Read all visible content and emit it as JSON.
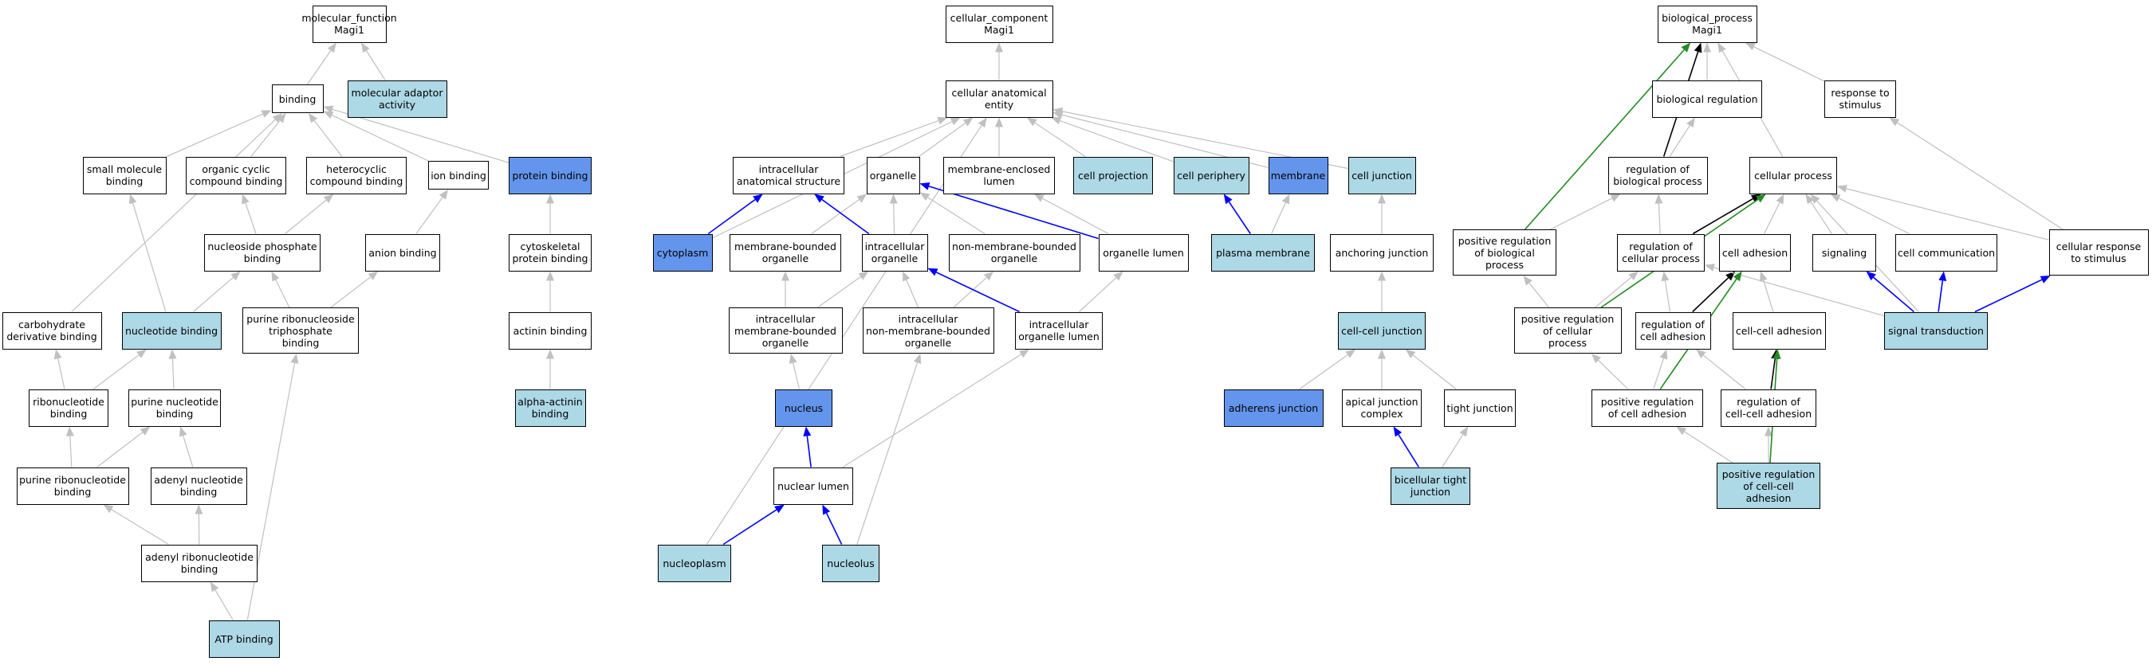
{
  "colors": {
    "plain": "#ffffff",
    "light": "#add8e6",
    "dark": "#6495ed",
    "edge_gray": "#c0c0c0",
    "edge_blue": "#0000ff",
    "edge_green": "#228b22",
    "edge_black": "#000000"
  },
  "nodes": [
    {
      "id": "mf_root",
      "lines": [
        "molecular_function",
        "Magi1"
      ],
      "fill": "plain"
    },
    {
      "id": "binding",
      "lines": [
        "binding"
      ],
      "fill": "plain"
    },
    {
      "id": "mol_adaptor",
      "lines": [
        "molecular adaptor",
        "activity"
      ],
      "fill": "light"
    },
    {
      "id": "small_mol",
      "lines": [
        "small molecule",
        "binding"
      ],
      "fill": "plain"
    },
    {
      "id": "org_cyclic",
      "lines": [
        "organic cyclic",
        "compound binding"
      ],
      "fill": "plain"
    },
    {
      "id": "hetero",
      "lines": [
        "heterocyclic",
        "compound binding"
      ],
      "fill": "plain"
    },
    {
      "id": "ion_binding",
      "lines": [
        "ion binding"
      ],
      "fill": "plain"
    },
    {
      "id": "protein_binding",
      "lines": [
        "protein binding"
      ],
      "fill": "dark"
    },
    {
      "id": "nuc_phos",
      "lines": [
        "nucleoside phosphate",
        "binding"
      ],
      "fill": "plain"
    },
    {
      "id": "anion",
      "lines": [
        "anion binding"
      ],
      "fill": "plain"
    },
    {
      "id": "cytoskel",
      "lines": [
        "cytoskeletal",
        "protein binding"
      ],
      "fill": "plain"
    },
    {
      "id": "carb",
      "lines": [
        "carbohydrate",
        "derivative binding"
      ],
      "fill": "plain"
    },
    {
      "id": "nucleotide",
      "lines": [
        "nucleotide binding"
      ],
      "fill": "light"
    },
    {
      "id": "prnt",
      "lines": [
        "purine ribonucleoside",
        "triphosphate",
        "binding"
      ],
      "fill": "plain"
    },
    {
      "id": "actinin",
      "lines": [
        "actinin binding"
      ],
      "fill": "plain"
    },
    {
      "id": "ribonuc",
      "lines": [
        "ribonucleotide",
        "binding"
      ],
      "fill": "plain"
    },
    {
      "id": "purine_nuc",
      "lines": [
        "purine nucleotide",
        "binding"
      ],
      "fill": "plain"
    },
    {
      "id": "alpha_actinin",
      "lines": [
        "alpha-actinin",
        "binding"
      ],
      "fill": "light"
    },
    {
      "id": "purine_ribo",
      "lines": [
        "purine ribonucleotide",
        "binding"
      ],
      "fill": "plain"
    },
    {
      "id": "adenyl_nuc",
      "lines": [
        "adenyl nucleotide",
        "binding"
      ],
      "fill": "plain"
    },
    {
      "id": "adenyl_ribo",
      "lines": [
        "adenyl ribonucleotide",
        "binding"
      ],
      "fill": "plain"
    },
    {
      "id": "atp",
      "lines": [
        "ATP binding"
      ],
      "fill": "light"
    },
    {
      "id": "cc_root",
      "lines": [
        "cellular_component",
        "Magi1"
      ],
      "fill": "plain"
    },
    {
      "id": "cae",
      "lines": [
        "cellular anatomical",
        "entity"
      ],
      "fill": "plain"
    },
    {
      "id": "ias",
      "lines": [
        "intracellular",
        "anatomical structure"
      ],
      "fill": "plain"
    },
    {
      "id": "organelle",
      "lines": [
        "organelle"
      ],
      "fill": "plain"
    },
    {
      "id": "mel",
      "lines": [
        "membrane-enclosed",
        "lumen"
      ],
      "fill": "plain"
    },
    {
      "id": "cell_proj",
      "lines": [
        "cell projection"
      ],
      "fill": "light"
    },
    {
      "id": "cell_peri",
      "lines": [
        "cell periphery"
      ],
      "fill": "light"
    },
    {
      "id": "membrane",
      "lines": [
        "membrane"
      ],
      "fill": "dark"
    },
    {
      "id": "cell_junc",
      "lines": [
        "cell junction"
      ],
      "fill": "light"
    },
    {
      "id": "cytoplasm",
      "lines": [
        "cytoplasm"
      ],
      "fill": "dark"
    },
    {
      "id": "mbo",
      "lines": [
        "membrane-bounded",
        "organelle"
      ],
      "fill": "plain"
    },
    {
      "id": "io",
      "lines": [
        "intracellular",
        "organelle"
      ],
      "fill": "plain"
    },
    {
      "id": "nmbo",
      "lines": [
        "non-membrane-bounded",
        "organelle"
      ],
      "fill": "plain"
    },
    {
      "id": "org_lumen",
      "lines": [
        "organelle lumen"
      ],
      "fill": "plain"
    },
    {
      "id": "plasma",
      "lines": [
        "plasma membrane"
      ],
      "fill": "light"
    },
    {
      "id": "anch",
      "lines": [
        "anchoring junction"
      ],
      "fill": "plain"
    },
    {
      "id": "imbo",
      "lines": [
        "intracellular",
        "membrane-bounded",
        "organelle"
      ],
      "fill": "plain"
    },
    {
      "id": "inmbo",
      "lines": [
        "intracellular",
        "non-membrane-bounded",
        "organelle"
      ],
      "fill": "plain"
    },
    {
      "id": "iol",
      "lines": [
        "intracellular",
        "organelle lumen"
      ],
      "fill": "plain"
    },
    {
      "id": "ccj",
      "lines": [
        "cell-cell junction"
      ],
      "fill": "light"
    },
    {
      "id": "nucleus",
      "lines": [
        "nucleus"
      ],
      "fill": "dark"
    },
    {
      "id": "adherens",
      "lines": [
        "adherens junction"
      ],
      "fill": "dark"
    },
    {
      "id": "apical",
      "lines": [
        "apical junction",
        "complex"
      ],
      "fill": "plain"
    },
    {
      "id": "tight",
      "lines": [
        "tight junction"
      ],
      "fill": "plain"
    },
    {
      "id": "nuc_lumen",
      "lines": [
        "nuclear lumen"
      ],
      "fill": "plain"
    },
    {
      "id": "bicellular",
      "lines": [
        "bicellular tight",
        "junction"
      ],
      "fill": "light"
    },
    {
      "id": "nucleoplasm",
      "lines": [
        "nucleoplasm"
      ],
      "fill": "light"
    },
    {
      "id": "nucleolus",
      "lines": [
        "nucleolus"
      ],
      "fill": "light"
    },
    {
      "id": "bp_root",
      "lines": [
        "biological_process",
        "Magi1"
      ],
      "fill": "plain"
    },
    {
      "id": "bio_reg",
      "lines": [
        "biological regulation"
      ],
      "fill": "plain"
    },
    {
      "id": "resp_stim",
      "lines": [
        "response to",
        "stimulus"
      ],
      "fill": "plain"
    },
    {
      "id": "reg_bp",
      "lines": [
        "regulation of",
        "biological process"
      ],
      "fill": "plain"
    },
    {
      "id": "cell_proc",
      "lines": [
        "cellular process"
      ],
      "fill": "plain"
    },
    {
      "id": "pos_reg_bp",
      "lines": [
        "positive regulation",
        "of biological",
        "process"
      ],
      "fill": "plain"
    },
    {
      "id": "reg_cp",
      "lines": [
        "regulation of",
        "cellular process"
      ],
      "fill": "plain"
    },
    {
      "id": "cell_adh",
      "lines": [
        "cell adhesion"
      ],
      "fill": "plain"
    },
    {
      "id": "signaling",
      "lines": [
        "signaling"
      ],
      "fill": "plain"
    },
    {
      "id": "cell_comm",
      "lines": [
        "cell communication"
      ],
      "fill": "plain"
    },
    {
      "id": "cell_resp",
      "lines": [
        "cellular response",
        "to stimulus"
      ],
      "fill": "plain"
    },
    {
      "id": "pos_reg_cp",
      "lines": [
        "positive regulation",
        "of cellular",
        "process"
      ],
      "fill": "plain"
    },
    {
      "id": "reg_ca",
      "lines": [
        "regulation of",
        "cell adhesion"
      ],
      "fill": "plain"
    },
    {
      "id": "cca",
      "lines": [
        "cell-cell adhesion"
      ],
      "fill": "plain"
    },
    {
      "id": "sig_trans",
      "lines": [
        "signal transduction"
      ],
      "fill": "light"
    },
    {
      "id": "pos_reg_ca",
      "lines": [
        "positive regulation",
        "of cell adhesion"
      ],
      "fill": "plain"
    },
    {
      "id": "reg_cca",
      "lines": [
        "regulation of",
        "cell-cell adhesion"
      ],
      "fill": "plain"
    },
    {
      "id": "pos_reg_cca",
      "lines": [
        "positive regulation",
        "of cell-cell",
        "adhesion"
      ],
      "fill": "light"
    }
  ],
  "edges": [
    [
      "binding",
      "mf_root",
      "gray"
    ],
    [
      "mol_adaptor",
      "mf_root",
      "gray"
    ],
    [
      "small_mol",
      "binding",
      "gray"
    ],
    [
      "org_cyclic",
      "binding",
      "gray"
    ],
    [
      "hetero",
      "binding",
      "gray"
    ],
    [
      "ion_binding",
      "binding",
      "gray"
    ],
    [
      "protein_binding",
      "binding",
      "gray"
    ],
    [
      "carb",
      "binding",
      "gray"
    ],
    [
      "nuc_phos",
      "org_cyclic",
      "gray"
    ],
    [
      "nuc_phos",
      "hetero",
      "gray"
    ],
    [
      "anion",
      "ion_binding",
      "gray"
    ],
    [
      "cytoskel",
      "protein_binding",
      "gray"
    ],
    [
      "nucleotide",
      "small_mol",
      "gray"
    ],
    [
      "nucleotide",
      "nuc_phos",
      "gray"
    ],
    [
      "prnt",
      "nuc_phos",
      "gray"
    ],
    [
      "prnt",
      "anion",
      "gray"
    ],
    [
      "actinin",
      "cytoskel",
      "gray"
    ],
    [
      "ribonuc",
      "carb",
      "gray"
    ],
    [
      "ribonuc",
      "nucleotide",
      "gray"
    ],
    [
      "purine_nuc",
      "nucleotide",
      "gray"
    ],
    [
      "alpha_actinin",
      "actinin",
      "gray"
    ],
    [
      "purine_ribo",
      "ribonuc",
      "gray"
    ],
    [
      "purine_ribo",
      "purine_nuc",
      "gray"
    ],
    [
      "adenyl_nuc",
      "purine_nuc",
      "gray"
    ],
    [
      "adenyl_ribo",
      "purine_ribo",
      "gray"
    ],
    [
      "adenyl_ribo",
      "adenyl_nuc",
      "gray"
    ],
    [
      "atp",
      "adenyl_ribo",
      "gray"
    ],
    [
      "atp",
      "prnt",
      "gray"
    ],
    [
      "cae",
      "cc_root",
      "gray"
    ],
    [
      "ias",
      "cae",
      "gray"
    ],
    [
      "organelle",
      "cae",
      "gray"
    ],
    [
      "mel",
      "cae",
      "gray"
    ],
    [
      "cell_proj",
      "cae",
      "gray"
    ],
    [
      "cell_peri",
      "cae",
      "gray"
    ],
    [
      "membrane",
      "cae",
      "gray"
    ],
    [
      "cell_junc",
      "cae",
      "gray"
    ],
    [
      "cytoplasm",
      "cae",
      "gray"
    ],
    [
      "nucleoplasm",
      "cae",
      "gray"
    ],
    [
      "cytoplasm",
      "ias",
      "blue"
    ],
    [
      "mbo",
      "organelle",
      "gray"
    ],
    [
      "io",
      "organelle",
      "gray"
    ],
    [
      "io",
      "ias",
      "blue"
    ],
    [
      "nmbo",
      "organelle",
      "gray"
    ],
    [
      "org_lumen",
      "organelle",
      "blue"
    ],
    [
      "org_lumen",
      "mel",
      "gray"
    ],
    [
      "plasma",
      "cell_peri",
      "blue"
    ],
    [
      "plasma",
      "membrane",
      "gray"
    ],
    [
      "anch",
      "cell_junc",
      "gray"
    ],
    [
      "imbo",
      "mbo",
      "gray"
    ],
    [
      "imbo",
      "io",
      "gray"
    ],
    [
      "inmbo",
      "io",
      "gray"
    ],
    [
      "inmbo",
      "nmbo",
      "gray"
    ],
    [
      "iol",
      "io",
      "blue"
    ],
    [
      "iol",
      "org_lumen",
      "gray"
    ],
    [
      "ccj",
      "anch",
      "gray"
    ],
    [
      "nucleus",
      "imbo",
      "gray"
    ],
    [
      "adherens",
      "ccj",
      "gray"
    ],
    [
      "apical",
      "ccj",
      "gray"
    ],
    [
      "tight",
      "ccj",
      "gray"
    ],
    [
      "nuc_lumen",
      "nucleus",
      "blue"
    ],
    [
      "nuc_lumen",
      "iol",
      "gray"
    ],
    [
      "bicellular",
      "apical",
      "blue"
    ],
    [
      "bicellular",
      "tight",
      "gray"
    ],
    [
      "nucleoplasm",
      "nuc_lumen",
      "blue"
    ],
    [
      "nucleolus",
      "nuc_lumen",
      "blue"
    ],
    [
      "nucleolus",
      "inmbo",
      "gray"
    ],
    [
      "bio_reg",
      "bp_root",
      "gray"
    ],
    [
      "resp_stim",
      "bp_root",
      "gray"
    ],
    [
      "reg_bp",
      "bp_root",
      "black"
    ],
    [
      "reg_bp",
      "bio_reg",
      "gray"
    ],
    [
      "cell_proc",
      "bp_root",
      "gray"
    ],
    [
      "pos_reg_bp",
      "bp_root",
      "green"
    ],
    [
      "pos_reg_bp",
      "reg_bp",
      "gray"
    ],
    [
      "reg_cp",
      "reg_bp",
      "gray"
    ],
    [
      "reg_cp",
      "cell_proc",
      "black"
    ],
    [
      "cell_adh",
      "cell_proc",
      "gray"
    ],
    [
      "signaling",
      "cell_proc",
      "gray"
    ],
    [
      "cell_comm",
      "cell_proc",
      "gray"
    ],
    [
      "cell_resp",
      "cell_proc",
      "gray"
    ],
    [
      "cell_resp",
      "resp_stim",
      "gray"
    ],
    [
      "pos_reg_cp",
      "reg_cp",
      "gray"
    ],
    [
      "pos_reg_cp",
      "pos_reg_bp",
      "gray"
    ],
    [
      "pos_reg_cp",
      "cell_proc",
      "green"
    ],
    [
      "reg_ca",
      "reg_cp",
      "gray"
    ],
    [
      "reg_ca",
      "cell_adh",
      "black"
    ],
    [
      "cca",
      "cell_adh",
      "gray"
    ],
    [
      "sig_trans",
      "signaling",
      "blue"
    ],
    [
      "sig_trans",
      "cell_comm",
      "blue"
    ],
    [
      "sig_trans",
      "cell_resp",
      "blue"
    ],
    [
      "sig_trans",
      "cell_proc",
      "gray"
    ],
    [
      "sig_trans",
      "reg_cp",
      "gray"
    ],
    [
      "pos_reg_ca",
      "reg_ca",
      "gray"
    ],
    [
      "pos_reg_ca",
      "pos_reg_cp",
      "gray"
    ],
    [
      "pos_reg_ca",
      "cell_adh",
      "green"
    ],
    [
      "reg_cca",
      "reg_ca",
      "gray"
    ],
    [
      "reg_cca",
      "cca",
      "black"
    ],
    [
      "pos_reg_cca",
      "pos_reg_ca",
      "gray"
    ],
    [
      "pos_reg_cca",
      "reg_cca",
      "gray"
    ],
    [
      "pos_reg_cca",
      "cca",
      "green"
    ]
  ]
}
